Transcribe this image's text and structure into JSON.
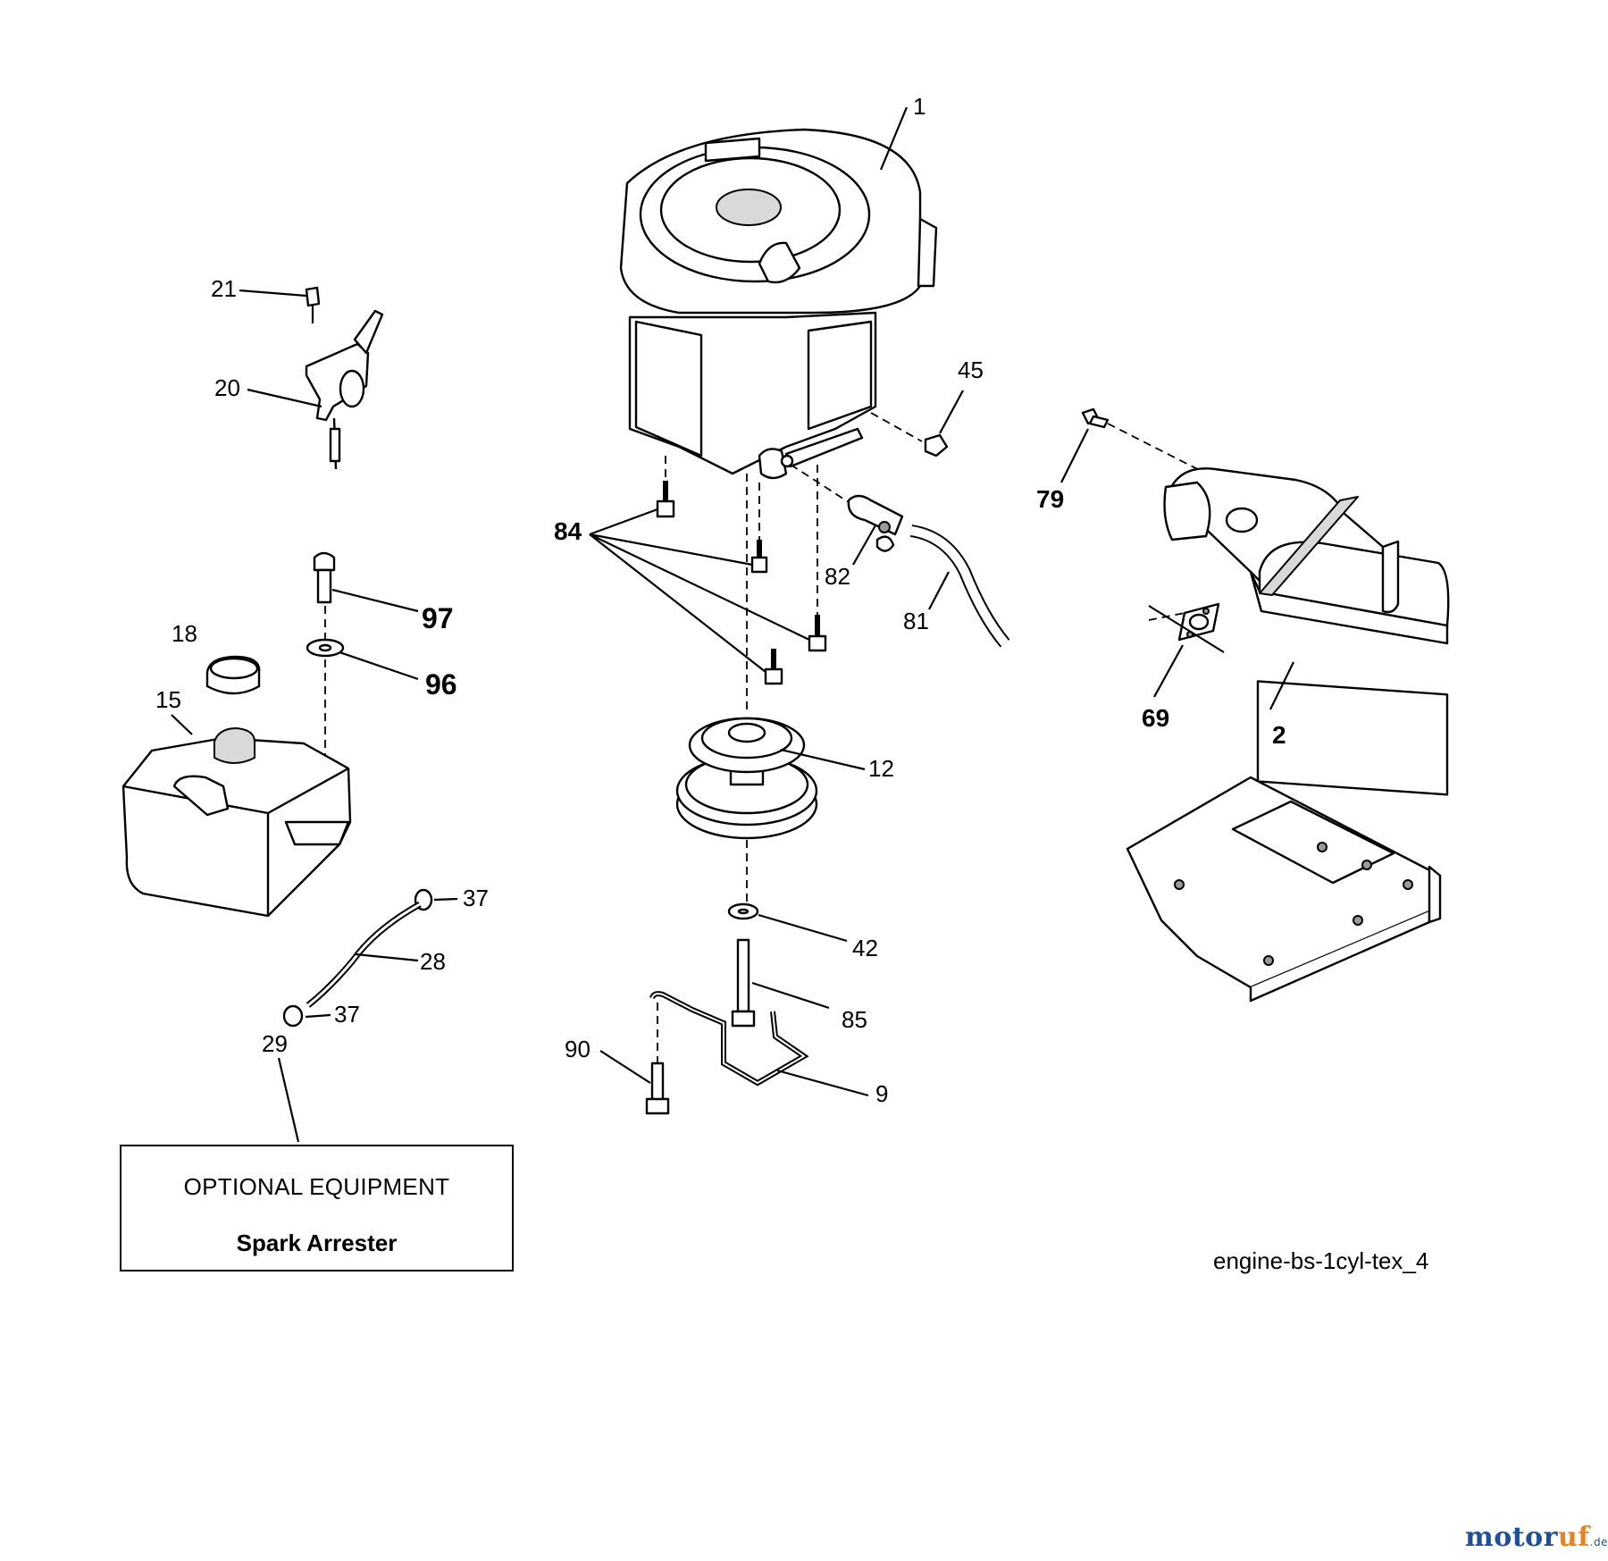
{
  "callouts": {
    "c1": "1",
    "c2": "2",
    "c9": "9",
    "c12": "12",
    "c15": "15",
    "c18": "18",
    "c20": "20",
    "c21": "21",
    "c28": "28",
    "c29": "29",
    "c37a": "37",
    "c37b": "37",
    "c42": "42",
    "c45": "45",
    "c69": "69",
    "c79": "79",
    "c81": "81",
    "c82": "82",
    "c84": "84",
    "c85": "85",
    "c90": "90",
    "c96": "96",
    "c97": "97"
  },
  "optional_equipment": {
    "title": "OPTIONAL EQUIPMENT",
    "item": "Spark Arrester"
  },
  "figure_id": "engine-bs-1cyl-tex_4",
  "watermark": {
    "brand_prefix": "motor",
    "brand_suffix": "uf",
    "tld": ".de",
    "colors": {
      "primary": "#1f4f9a",
      "accent": "#e8821e"
    }
  }
}
